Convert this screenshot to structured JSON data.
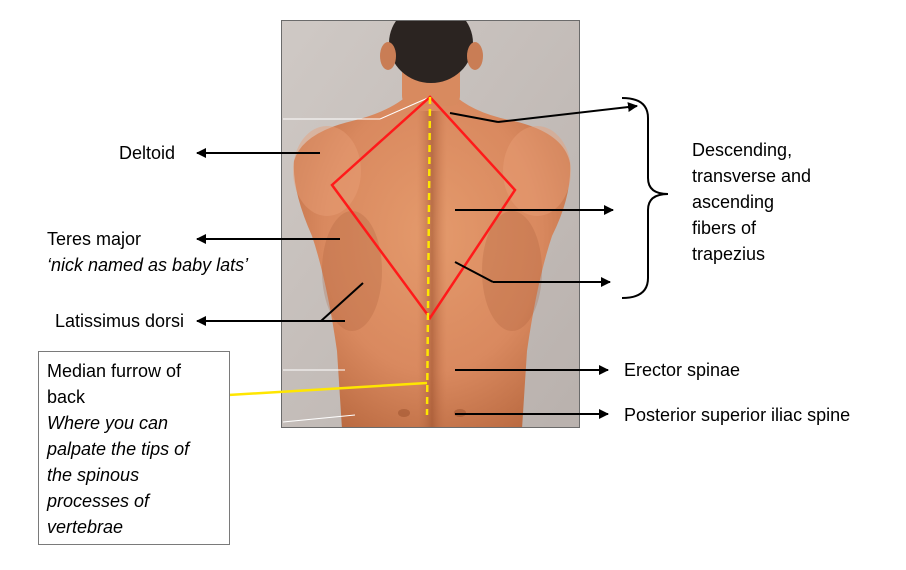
{
  "slide": {
    "background": "#ffffff",
    "photo_alt": "posterior view of male back",
    "colors": {
      "skin": "#d9895f",
      "skin_shadow": "#a85a36",
      "backdrop": "#c9c3bf",
      "hair": "#2b2421",
      "diamond": "#ff1a1a",
      "median_line": "#ffe600",
      "arrow": "#000000",
      "pointer_line": "#ffffff"
    }
  },
  "labels": {
    "deltoid": "Deltoid",
    "teres_major": "Teres major",
    "teres_major_nickname": "‘nick named as baby lats’",
    "latissimus_dorsi": "Latissimus dorsi",
    "trapezius_line1": "Descending,",
    "trapezius_line2": "transverse and",
    "trapezius_line3": "ascending",
    "trapezius_line4": "fibers of",
    "trapezius_line5": "trapezius",
    "erector_spinae": "Erector spinae",
    "psis": "Posterior superior iliac spine"
  },
  "median_box": {
    "title_line1": "Median furrow of",
    "title_line2": "back",
    "note_line1": "Where you can",
    "note_line2": "palpate the tips of",
    "note_line3": "the spinous",
    "note_line4": "processes of",
    "note_line5": "vertebrae"
  }
}
